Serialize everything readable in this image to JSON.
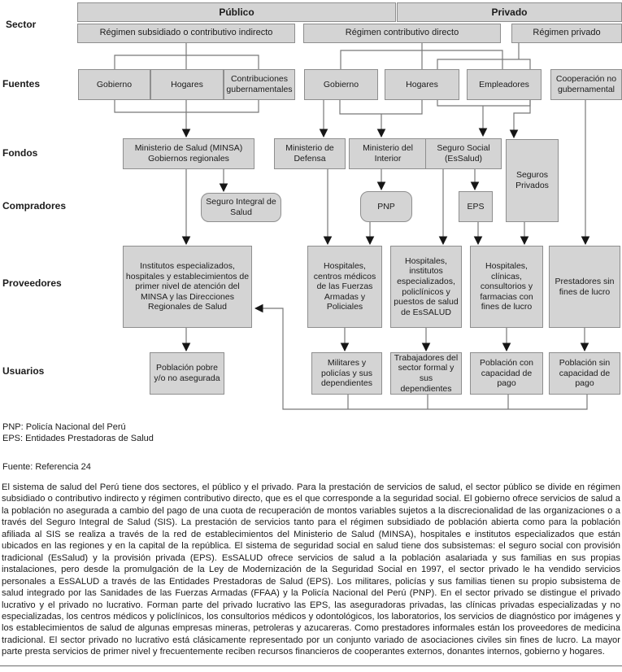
{
  "colors": {
    "box_fill": "#d4d4d4",
    "box_border": "#8e8e8e",
    "line": "#787878",
    "arrow": "#161616"
  },
  "row_labels": {
    "sector": "Sector",
    "fuentes": "Fuentes",
    "fondos": "Fondos",
    "compradores": "Compradores",
    "proveedores": "Proveedores",
    "usuarios": "Usuarios"
  },
  "sectores": {
    "publico": "Público",
    "privado": "Privado"
  },
  "regimenes": {
    "subsidiado": "Régimen subsidiado o contributivo indirecto",
    "contributivo": "Régimen contributivo directo",
    "privado": "Régimen privado"
  },
  "fuentes": {
    "gobierno_publico": "Gobierno",
    "hogares_publico": "Hogares",
    "contribuciones": "Contribuciones gubernamentales",
    "gobierno_privado": "Gobierno",
    "hogares_privado": "Hogares",
    "empleadores": "Empleadores",
    "cooperacion": "Cooperación no gubernamental"
  },
  "fondos": {
    "minsa": "Ministerio de Salud (MINSA) Gobiernos regionales",
    "defensa": "Ministerio de Defensa",
    "interior": "Ministerio del Interior",
    "essalud": "Seguro Social (EsSalud)",
    "seguros_privados": "Seguros Privados"
  },
  "compradores": {
    "sis": "Seguro Integral de Salud",
    "pnp": "PNP",
    "eps": "EPS"
  },
  "proveedores": {
    "minsa": "Institutos especializados, hospitales y establecimientos de primer nivel de atención del MINSA y las Direcciones Regionales de Salud",
    "ffaa": "Hospitales, centros médicos de las Fuerzas Armadas y Policiales",
    "essalud": "Hospitales, institutos especializados, policlínicos y puestos de salud de EsSALUD",
    "lucrativo": "Hospitales, clínicas, consultorios y farmacias con fines de lucro",
    "no_lucrativo": "Prestadores sin fines de lucro"
  },
  "usuarios": {
    "pobre": "Población pobre y/o no asegurada",
    "militares": "Militares y policías y sus dependientes",
    "trabajadores": "Trabajadores del sector formal y sus dependientes",
    "con_capacidad": "Población con capacidad de pago",
    "sin_capacidad": "Población sin capacidad de pago"
  },
  "footnotes": [
    "PNP: Policía Nacional del Perú",
    "EPS: Entidades Prestadoras de Salud"
  ],
  "fuente": "Fuente: Referencia 24",
  "descripcion": "El sistema de salud del Perú tiene dos sectores, el público y el privado. Para la prestación de servicios de salud, el sector público se divide en régimen subsidiado o contributivo indirecto y régimen contributivo directo, que es el que corresponde a la seguridad social. El gobierno ofrece servicios de salud a la población no asegurada a cambio del pago de una cuota de recuperación de montos variables sujetos a la discrecionalidad de las organizaciones o a través del Seguro Integral de Salud (SIS). La prestación de servicios tanto para el régimen subsidiado de población abierta como para la población afiliada al SIS se realiza a través de la red de establecimientos del Ministerio de Salud (MINSA), hospitales e institutos especializados que están ubicados en las regiones y en la capital de la república. El sistema de seguridad social en salud tiene dos subsistemas: el seguro social con provisión tradicional (EsSalud) y la provisión privada (EPS). EsSALUD ofrece servicios de salud a la población asalariada y sus familias en sus propias instalaciones, pero desde la promulgación de la Ley de Modernización de la Seguridad Social en 1997, el sector privado le ha vendido servicios personales a EsSALUD a través de las Entidades Prestadoras de Salud (EPS). Los militares, policías y sus familias tienen su propio subsistema de salud integrado por las Sanidades de las Fuerzas Armadas (FFAA) y la Policía Nacional del Perú (PNP). En el sector privado se distingue el privado lucrativo y el privado no lucrativo. Forman parte del privado lucrativo las EPS, las aseguradoras privadas, las clínicas privadas especializadas y no especializadas, los centros médicos y policlínicos, los consultorios médicos y odontológicos, los laboratorios, los servicios de diagnóstico por imágenes y los establecimientos de salud de algunas empresas mineras, petroleras y azucareras. Como prestadores informales están los proveedores de medicina tradicional. El sector privado no lucrativo está clásicamente representado por un conjunto variado de asociaciones civiles sin fines de lucro. La mayor parte presta servicios de primer nivel y frecuentemente reciben recursos financieros de cooperantes externos, donantes internos, gobierno y hogares."
}
